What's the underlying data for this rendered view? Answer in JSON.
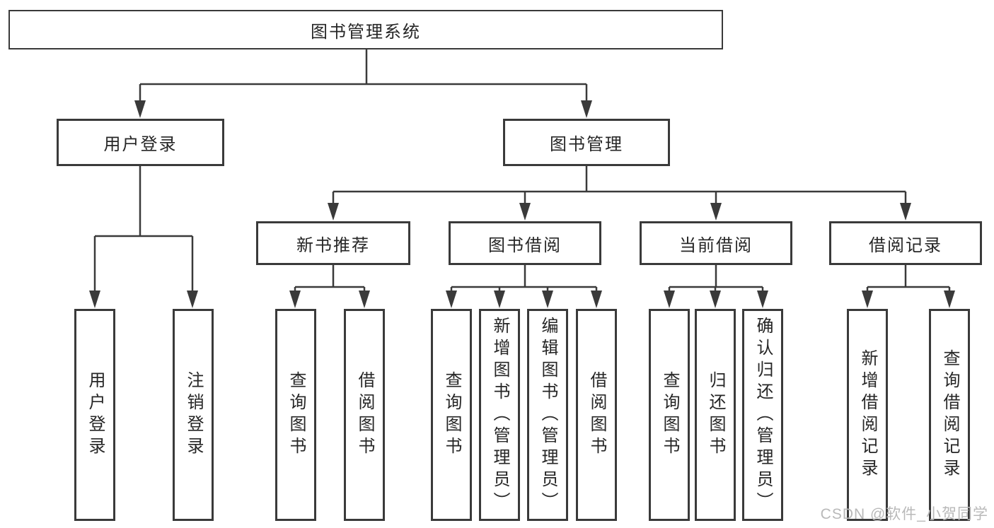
{
  "nodes": {
    "root": "图书管理系统",
    "user_login": "用户登录",
    "book_mgmt": "图书管理",
    "new_book_rec": "新书推荐",
    "book_borrow": "图书借阅",
    "current_borrow": "当前借阅",
    "borrow_record": "借阅记录",
    "leaf_user_login": "用户登录",
    "leaf_logout": "注销登录",
    "leaf_nb_query": "查询图书",
    "leaf_nb_borrow": "借阅图书",
    "leaf_bb_query": "查询图书",
    "leaf_bb_add": "新增图书（管理员）",
    "leaf_bb_edit": "编辑图书（管理员）",
    "leaf_bb_borrow": "借阅图书",
    "leaf_cb_query": "查询图书",
    "leaf_cb_return": "归还图书",
    "leaf_cb_confirm": "确认归还（管理员）",
    "leaf_br_add": "新增借阅记录",
    "leaf_br_query": "查询借阅记录"
  },
  "watermark": "CSDN @软件_小贺同学",
  "colors": {
    "line": "#3a3a3a",
    "text": "#262626",
    "watermark": "#b9b9b9",
    "background": "#ffffff"
  }
}
